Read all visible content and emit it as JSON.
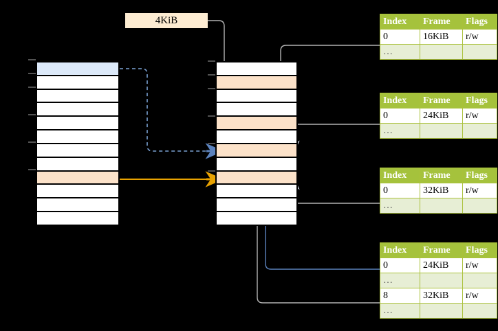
{
  "diagram": {
    "title_box": {
      "label": "4KiB"
    },
    "virtual_column": {
      "name": "virtual-address-space",
      "rows": [
        {
          "fill": "blue"
        },
        {
          "fill": "white"
        },
        {
          "fill": "white"
        },
        {
          "fill": "white"
        },
        {
          "fill": "white"
        },
        {
          "fill": "white"
        },
        {
          "fill": "white"
        },
        {
          "fill": "white"
        },
        {
          "fill": "peach"
        },
        {
          "fill": "white"
        },
        {
          "fill": "white"
        },
        {
          "fill": "white"
        }
      ]
    },
    "physical_column": {
      "name": "physical-memory",
      "rows": [
        {
          "fill": "white"
        },
        {
          "fill": "peach"
        },
        {
          "fill": "white"
        },
        {
          "fill": "white"
        },
        {
          "fill": "peach"
        },
        {
          "fill": "white"
        },
        {
          "fill": "peach"
        },
        {
          "fill": "white"
        },
        {
          "fill": "peach"
        },
        {
          "fill": "white"
        },
        {
          "fill": "white"
        },
        {
          "fill": "white"
        }
      ]
    },
    "tables": [
      {
        "name": "page-table-level-1",
        "headers": [
          "Index",
          "Frame",
          "Flags"
        ],
        "rows": [
          {
            "kind": "data",
            "cells": [
              "0",
              "16KiB",
              "r/w"
            ],
            "highlight": [
              false,
              false,
              false
            ]
          },
          {
            "kind": "ellipsis",
            "cells": [
              "…",
              "",
              ""
            ],
            "highlight": [
              false,
              false,
              false
            ]
          }
        ]
      },
      {
        "name": "page-table-level-2",
        "headers": [
          "Index",
          "Frame",
          "Flags"
        ],
        "rows": [
          {
            "kind": "data",
            "cells": [
              "0",
              "24KiB",
              "r/w"
            ],
            "highlight": [
              false,
              false,
              false
            ]
          },
          {
            "kind": "ellipsis",
            "cells": [
              "…",
              "",
              ""
            ],
            "highlight": [
              false,
              false,
              false
            ]
          }
        ]
      },
      {
        "name": "page-table-level-3",
        "headers": [
          "Index",
          "Frame",
          "Flags"
        ],
        "rows": [
          {
            "kind": "data",
            "cells": [
              "0",
              "32KiB",
              "r/w"
            ],
            "highlight": [
              false,
              false,
              false
            ]
          },
          {
            "kind": "ellipsis",
            "cells": [
              "…",
              "",
              ""
            ],
            "highlight": [
              false,
              false,
              false
            ]
          }
        ]
      },
      {
        "name": "page-table-level-4",
        "headers": [
          "Index",
          "Frame",
          "Flags"
        ],
        "rows": [
          {
            "kind": "data",
            "cells": [
              "0",
              "24KiB",
              "r/w"
            ],
            "highlight": [
              true,
              true,
              true
            ]
          },
          {
            "kind": "ellipsis",
            "cells": [
              "…",
              "",
              ""
            ],
            "highlight": [
              false,
              false,
              false
            ]
          },
          {
            "kind": "data",
            "cells": [
              "8",
              "32KiB",
              "r/w"
            ],
            "highlight": [
              false,
              false,
              false
            ]
          },
          {
            "kind": "ellipsis",
            "cells": [
              "…",
              "",
              ""
            ],
            "highlight": [
              false,
              false,
              false
            ]
          }
        ]
      }
    ],
    "colors": {
      "table_header_green": "#a5c23c",
      "table_ellipsis_green": "#e7eed5",
      "highlight_yellow": "#fdf6a8",
      "peach_block": "#fce2c9",
      "blue_block": "#dce9f9",
      "kib_box": "#fdecd2",
      "arrow_blue": "#4a7ebb",
      "arrow_orange": "#e8a200",
      "connector_gray": "#b3b3b3",
      "arrow_gray": "#c7cedb"
    }
  }
}
